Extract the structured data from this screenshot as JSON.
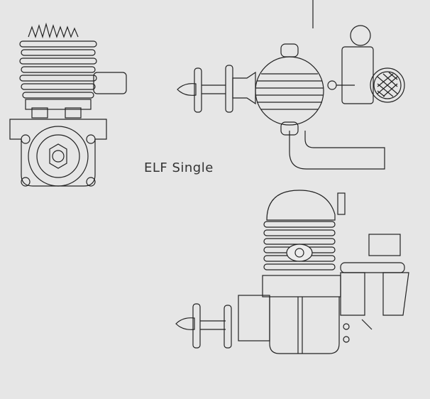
{
  "drawing": {
    "title": "ELF Single",
    "views": [
      "front-view",
      "top-view",
      "side-view"
    ],
    "line_color": "#222222",
    "paper_color": "#e6e6e6"
  }
}
